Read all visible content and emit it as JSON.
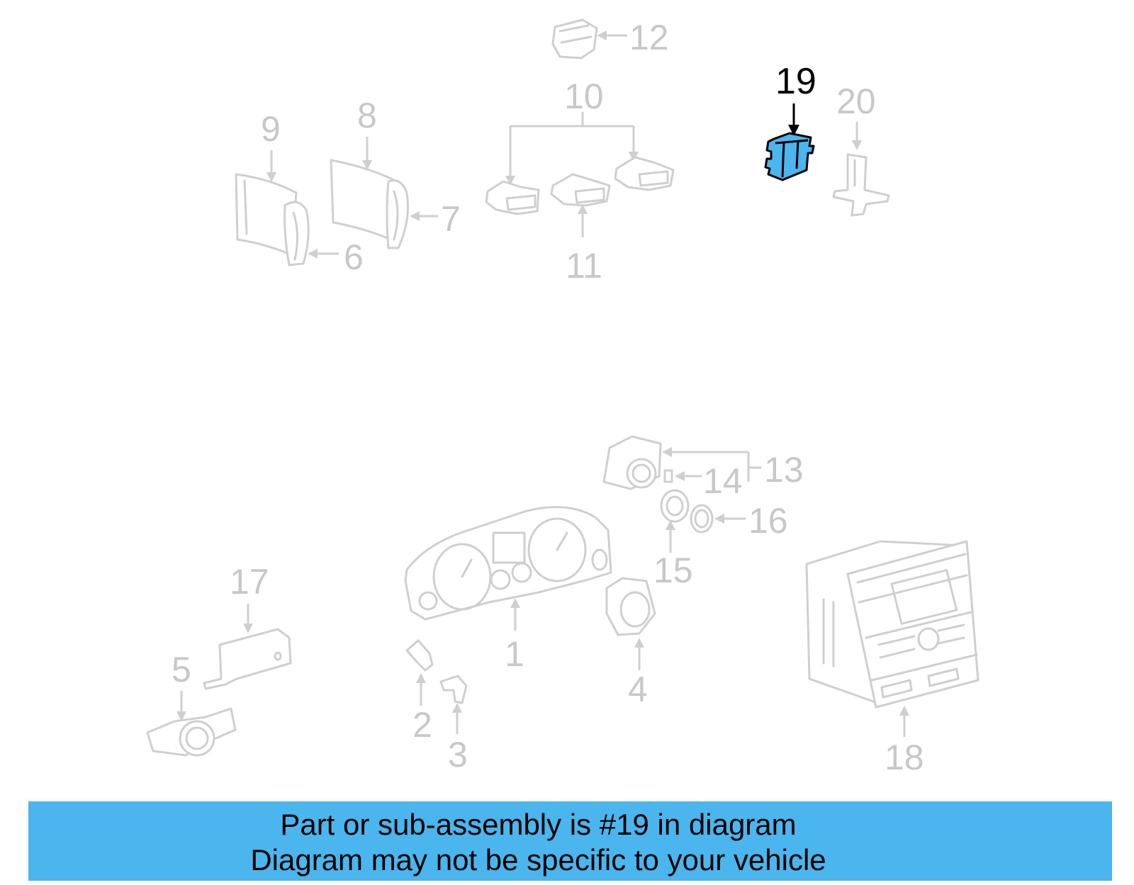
{
  "diagram": {
    "highlighted_part": "19",
    "callouts": [
      "1",
      "2",
      "3",
      "4",
      "5",
      "6",
      "7",
      "8",
      "9",
      "10",
      "11",
      "12",
      "13",
      "14",
      "15",
      "16",
      "17",
      "18",
      "19",
      "20"
    ]
  },
  "banner": {
    "line1": "Part or sub-assembly is #19 in diagram",
    "line2": "Diagram may not be specific to your vehicle",
    "background": "#4bb5ed"
  },
  "colors": {
    "highlight": "#4bb5ed",
    "ghost": "#cfcfcf"
  }
}
